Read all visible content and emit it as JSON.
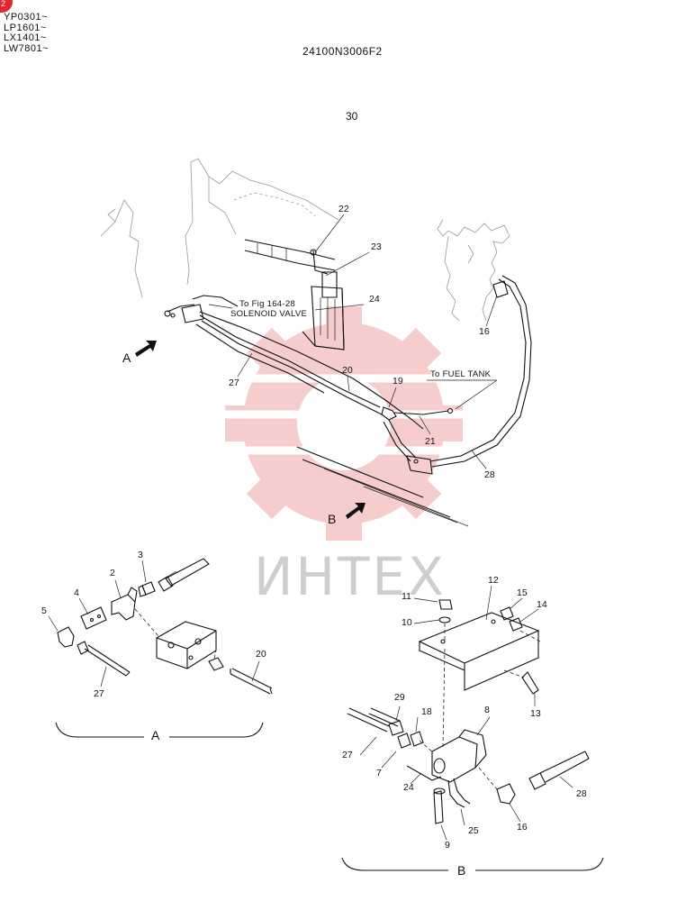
{
  "header": {
    "serials": [
      "YP0301~",
      "LP1601~",
      "LX1401~",
      "LW7801~"
    ],
    "document_number": "24100N3006F2",
    "page_number": "30"
  },
  "watermark": {
    "text": "ИНТЕХ",
    "color": "#e05050"
  },
  "main_view": {
    "notes": {
      "solenoid_line1": "To Fig 164-28",
      "solenoid_line2": "SOLENOID VALVE",
      "fuel_tank": "To FUEL TANK"
    },
    "view_arrows": {
      "a": "A",
      "b": "B"
    },
    "callouts": {
      "p22": "22",
      "p23": "23",
      "p24": "24",
      "p27": "27",
      "p20": "20",
      "p19": "19",
      "p21": "21",
      "p28": "28",
      "p16": "16"
    }
  },
  "detail_a": {
    "view_label": "A",
    "callouts": {
      "p2": "2",
      "p3": "3",
      "p4": "4",
      "p5": "5",
      "p27": "27",
      "p20": "20"
    }
  },
  "detail_b": {
    "view_label": "B",
    "callouts": {
      "p12": "12",
      "p11": "11",
      "p10": "10",
      "p15": "15",
      "p14": "14",
      "p13": "13",
      "p29": "29",
      "p18": "18",
      "p8": "8",
      "p27": "27",
      "p7": "7",
      "p24": "24",
      "p16": "16",
      "p28": "28",
      "p25": "25",
      "p9": "9"
    }
  },
  "corner_badge": {
    "text": "2"
  }
}
